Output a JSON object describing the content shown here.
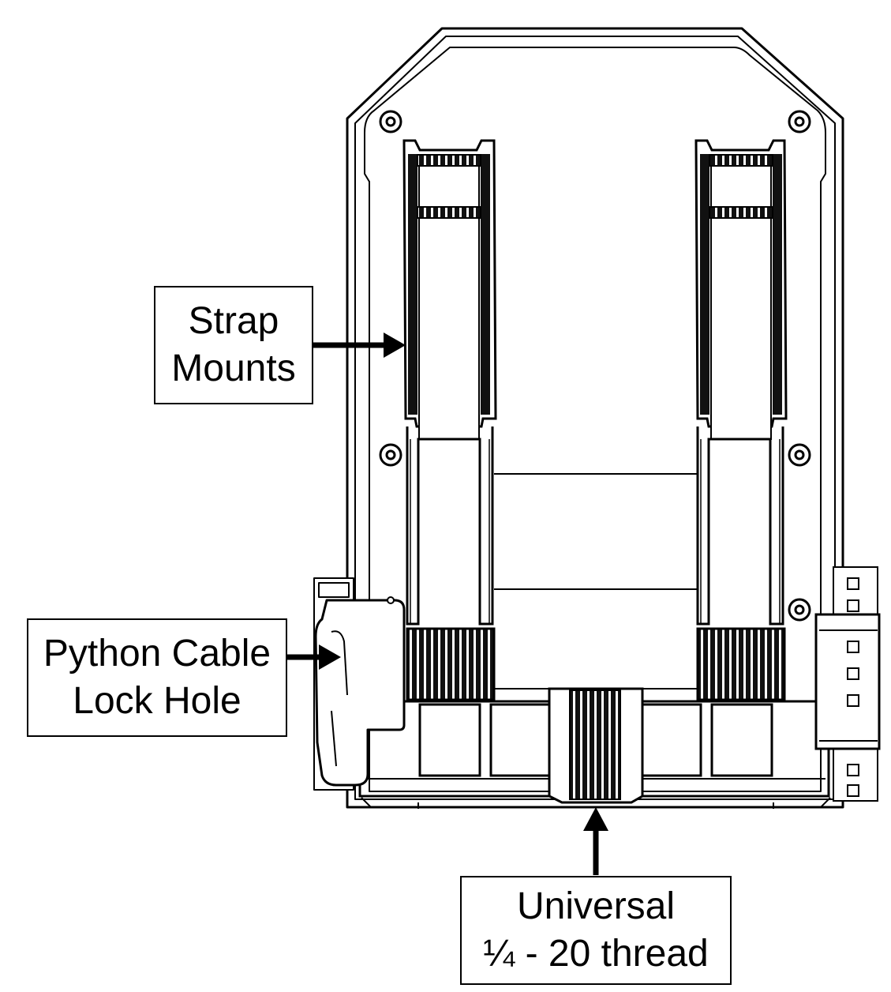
{
  "callouts": {
    "strap_mounts": {
      "line1": "Strap",
      "line2": "Mounts"
    },
    "python_cable_lock": {
      "line1": "Python Cable",
      "line2": "Lock Hole"
    },
    "universal_thread": {
      "line1": "Universal",
      "line2": "¼ - 20 thread"
    }
  },
  "colors": {
    "line": "#000000",
    "background": "#ffffff",
    "fill": "#ffffff",
    "dark": "#111111"
  },
  "icons": {
    "arrow": "arrow-head",
    "screw": "screw-hole-icon"
  }
}
